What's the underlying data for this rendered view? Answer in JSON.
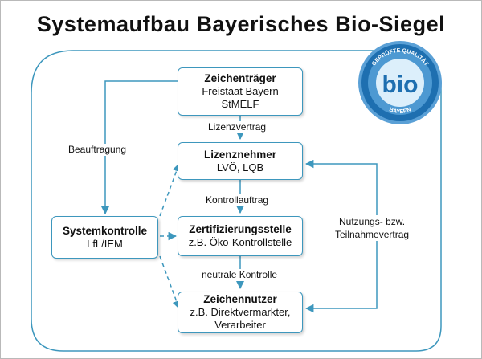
{
  "title": "Systemaufbau Bayerisches Bio-Siegel",
  "boxes": {
    "zeichentraeger": {
      "heading": "Zeichenträger",
      "line1": "Freistaat Bayern",
      "line2": "StMELF"
    },
    "lizenznehmer": {
      "heading": "Lizenznehmer",
      "line1": "LVÖ, LQB"
    },
    "zertifizierungsstelle": {
      "heading": "Zertifizierungsstelle",
      "line1": "z.B. Öko-Kontrollstelle"
    },
    "zeichennutzer": {
      "heading": "Zeichennutzer",
      "line1": "z.B. Direktvermarkter,",
      "line2": "Verarbeiter"
    },
    "systemkontrolle": {
      "heading": "Systemkontrolle",
      "line1": "LfL/IEM"
    }
  },
  "labels": {
    "lizenzvertrag": "Lizenzvertrag",
    "beauftragung": "Beauftragung",
    "kontrollauftrag": "Kontrollauftrag",
    "neutrale_kontrolle": "neutrale Kontrolle",
    "nutzungsvertrag_line1": "Nutzungs- bzw.",
    "nutzungsvertrag_line2": "Teilnahmevertrag"
  },
  "seal": {
    "word": "bio",
    "top_text": "GEPRÜFTE QUALITÄT",
    "bottom_text": "BAYERN"
  },
  "colors": {
    "accent": "#3d97bd",
    "seal": "#1e6fb0"
  }
}
